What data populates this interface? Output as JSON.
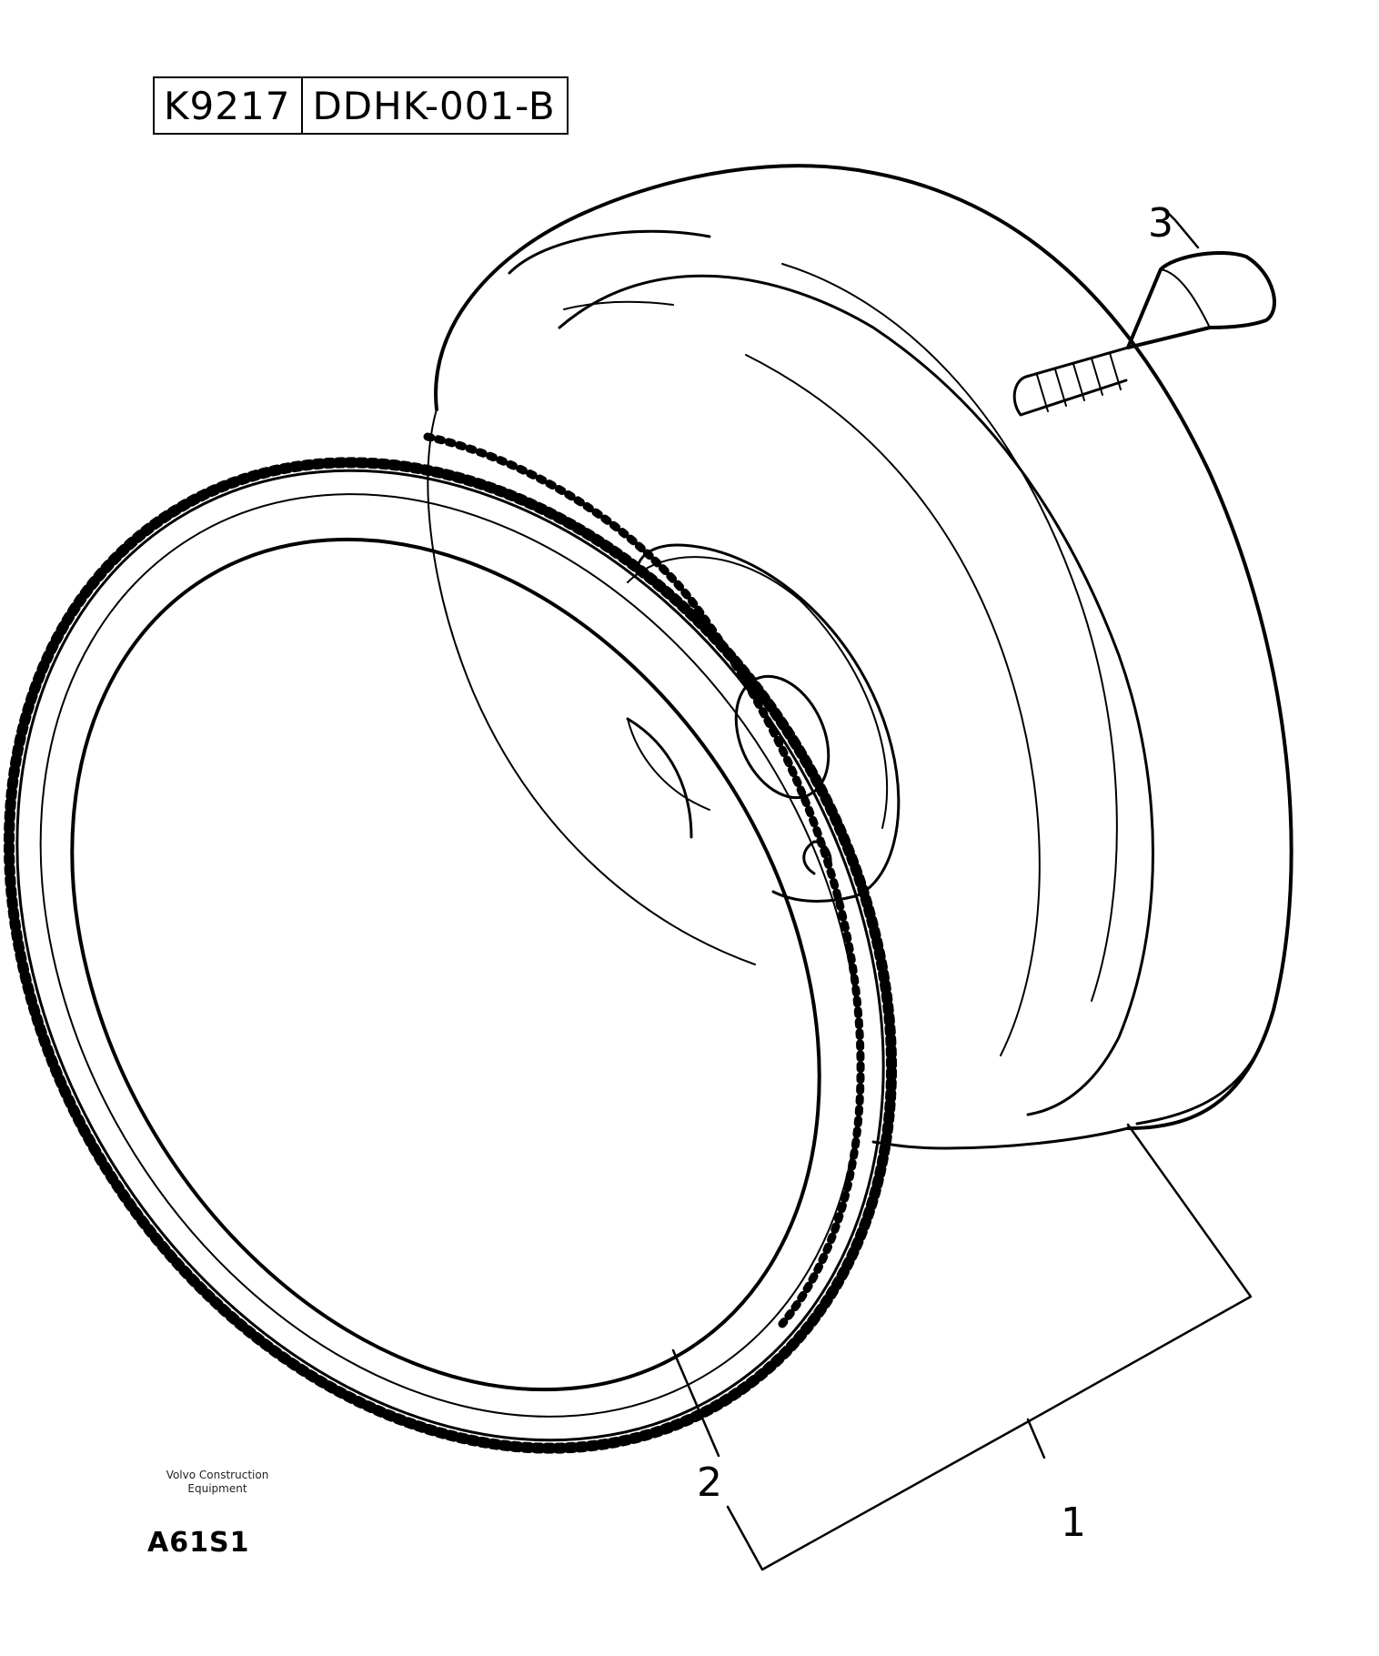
{
  "header": {
    "code_left": "K9217",
    "code_right": "DDHK-001-B"
  },
  "callouts": {
    "part_1": "1",
    "part_2": "2",
    "part_3": "3"
  },
  "footer": {
    "maker_line_1": "Volvo Construction",
    "maker_line_2": "Equipment",
    "figure_code": "A61S1"
  },
  "parts": [
    {
      "number": "1",
      "icon": "flywheel-assembly-icon"
    },
    {
      "number": "2",
      "icon": "ring-gear-icon"
    },
    {
      "number": "3",
      "icon": "bolt-icon"
    }
  ],
  "colors": {
    "ink": "#000000",
    "paper": "#ffffff"
  }
}
